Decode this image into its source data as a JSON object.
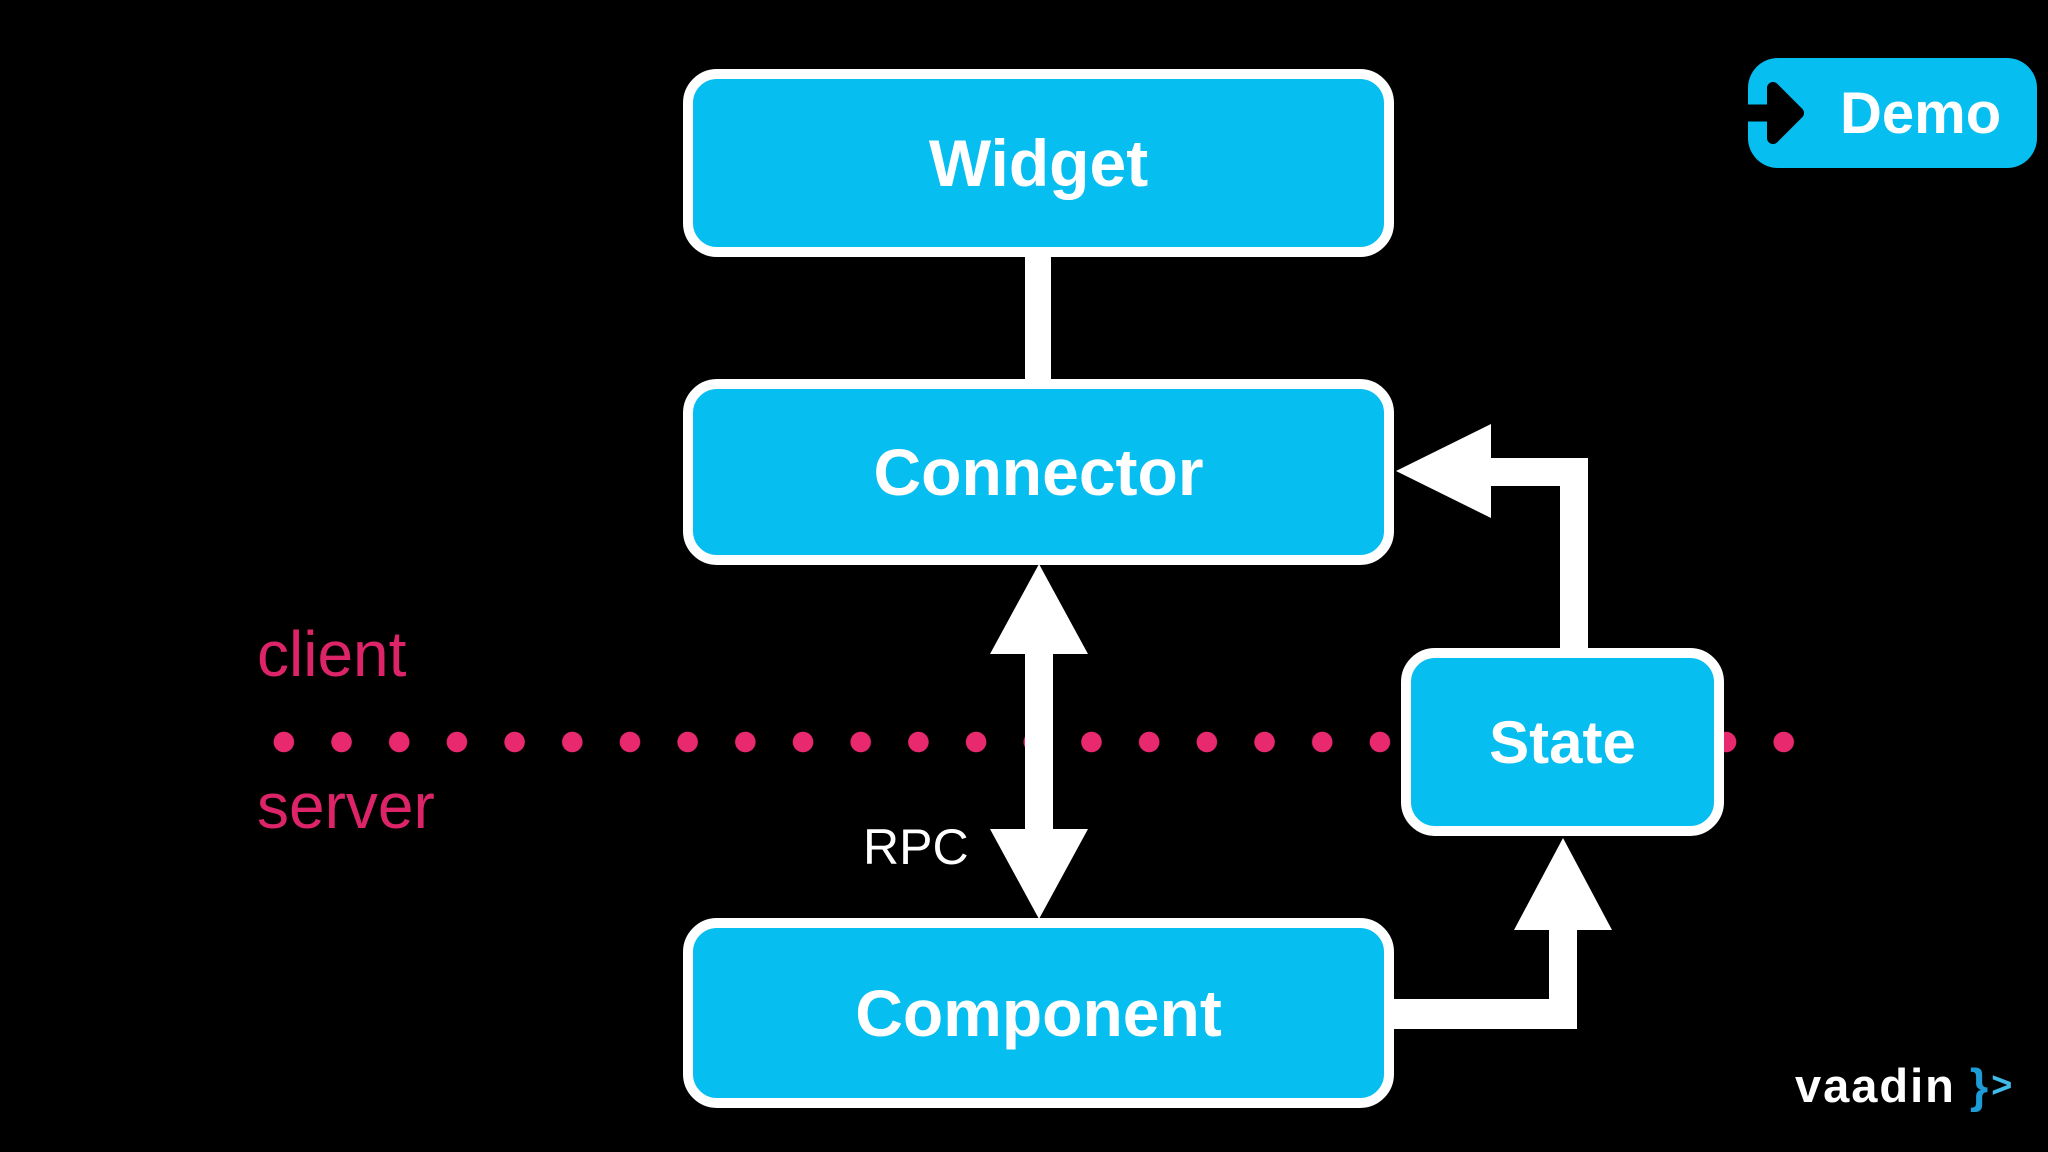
{
  "nodes": {
    "widget": "Widget",
    "connector": "Connector",
    "component": "Component",
    "state": "State"
  },
  "labels": {
    "client": "client",
    "server": "server",
    "rpc": "RPC"
  },
  "demo_button": {
    "label": "Demo",
    "icon": "arrow-right-icon"
  },
  "logo": {
    "wordmark": "vaadin",
    "brace": "}",
    "chevron": ">"
  },
  "colors": {
    "background": "#000000",
    "node_fill": "#06BEF0",
    "divider_pink": "#E8296E",
    "label_pink": "#DD2468",
    "arrow_white": "#FFFFFF",
    "logo_brace": "#1E9CD7",
    "logo_chevron": "#40BCEA"
  }
}
